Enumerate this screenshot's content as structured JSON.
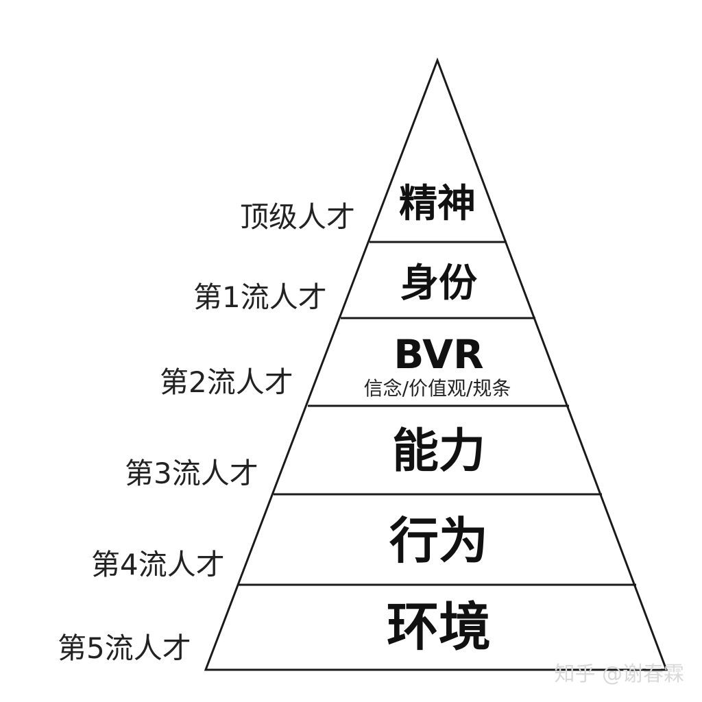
{
  "tiers": [
    {
      "title": "精神",
      "subtitle": "",
      "side_label": "顶级人才"
    },
    {
      "title": "身份",
      "subtitle": "",
      "side_label": "第1流人才"
    },
    {
      "title": "BVR",
      "subtitle": "信念/价值观/规条",
      "side_label": "第2流人才"
    },
    {
      "title": "能力",
      "subtitle": "",
      "side_label": "第3流人才"
    },
    {
      "title": "行为",
      "subtitle": "",
      "side_label": "第4流人才"
    },
    {
      "title": "环境",
      "subtitle": "",
      "side_label": "第5流人才"
    }
  ],
  "watermark": "知乎 @谢春霖",
  "colors": {
    "line": "#1a1a1a",
    "text": "#111111",
    "watermark": "#d9d9d9"
  }
}
